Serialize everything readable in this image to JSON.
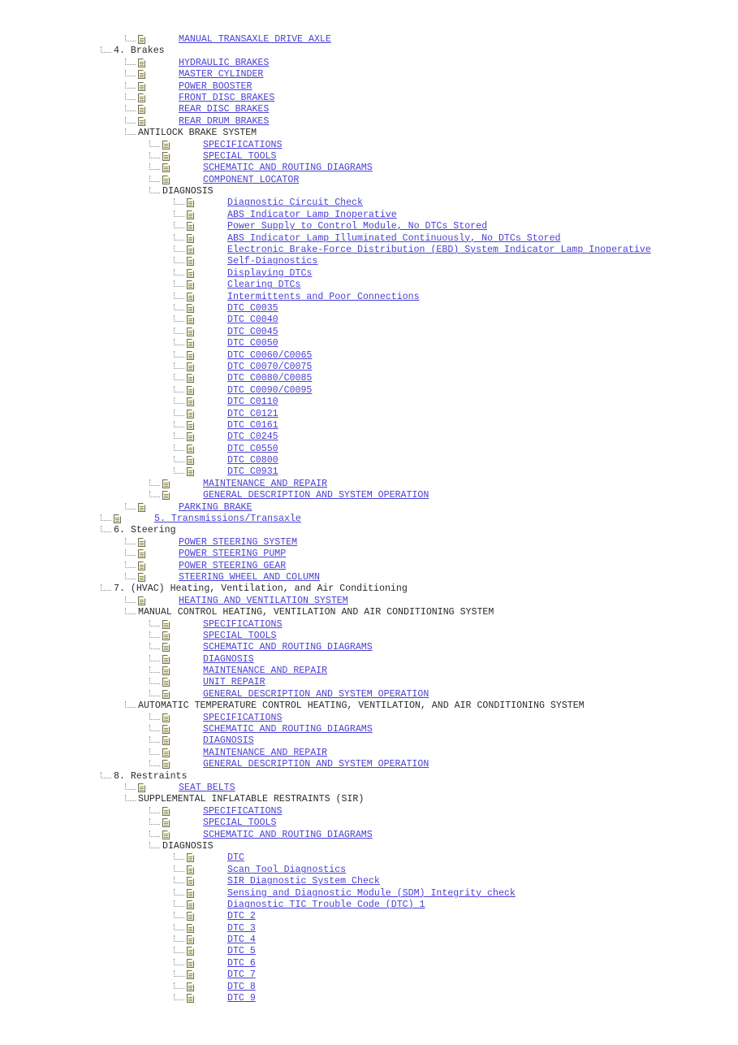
{
  "rows": [
    {
      "level": 2,
      "doc": true,
      "link": true,
      "text": "MANUAL TRANSAXLE DRIVE AXLE "
    },
    {
      "level": 1,
      "doc": false,
      "link": false,
      "text": "4. Brakes"
    },
    {
      "level": 2,
      "doc": true,
      "link": true,
      "text": "HYDRAULIC BRAKES "
    },
    {
      "level": 2,
      "doc": true,
      "link": true,
      "text": "MASTER CYLINDER "
    },
    {
      "level": 2,
      "doc": true,
      "link": true,
      "text": "POWER BOOSTER "
    },
    {
      "level": 2,
      "doc": true,
      "link": true,
      "text": "FRONT DISC BRAKES "
    },
    {
      "level": 2,
      "doc": true,
      "link": true,
      "text": "REAR DISC BRAKES "
    },
    {
      "level": 2,
      "doc": true,
      "link": true,
      "text": "REAR DRUM BRAKES "
    },
    {
      "level": 2,
      "doc": false,
      "link": false,
      "text": "ANTILOCK BRAKE SYSTEM"
    },
    {
      "level": 3,
      "doc": true,
      "link": true,
      "text": "SPECIFICATIONS "
    },
    {
      "level": 3,
      "doc": true,
      "link": true,
      "text": "SPECIAL TOOLS "
    },
    {
      "level": 3,
      "doc": true,
      "link": true,
      "text": "SCHEMATIC AND ROUTING DIAGRAMS "
    },
    {
      "level": 3,
      "doc": true,
      "link": true,
      "text": "COMPONENT LOCATOR "
    },
    {
      "level": 3,
      "doc": false,
      "link": false,
      "text": "DIAGNOSIS"
    },
    {
      "level": 4,
      "doc": true,
      "link": true,
      "text": "Diagnostic Circuit Check "
    },
    {
      "level": 4,
      "doc": true,
      "link": true,
      "text": "ABS Indicator Lamp Inoperative "
    },
    {
      "level": 4,
      "doc": true,
      "link": true,
      "text": "Power Supply to Control Module, No DTCs Stored "
    },
    {
      "level": 4,
      "doc": true,
      "link": true,
      "text": "ABS Indicator Lamp Illuminated Continuously, No DTCs Stored "
    },
    {
      "level": 4,
      "doc": true,
      "link": true,
      "text": "Electronic Brake-Force Distribution (EBD) System Indicator Lamp Inoperative "
    },
    {
      "level": 4,
      "doc": true,
      "link": true,
      "text": "Self-Diagnostics "
    },
    {
      "level": 4,
      "doc": true,
      "link": true,
      "text": "Displaying DTCs "
    },
    {
      "level": 4,
      "doc": true,
      "link": true,
      "text": "Clearing DTCs "
    },
    {
      "level": 4,
      "doc": true,
      "link": true,
      "text": "Intermittents and Poor Connections "
    },
    {
      "level": 4,
      "doc": true,
      "link": true,
      "text": "DTC C0035 "
    },
    {
      "level": 4,
      "doc": true,
      "link": true,
      "text": "DTC C0040 "
    },
    {
      "level": 4,
      "doc": true,
      "link": true,
      "text": "DTC C0045 "
    },
    {
      "level": 4,
      "doc": true,
      "link": true,
      "text": "DTC C0050 "
    },
    {
      "level": 4,
      "doc": true,
      "link": true,
      "text": "DTC C0060/C0065 "
    },
    {
      "level": 4,
      "doc": true,
      "link": true,
      "text": "DTC C0070/C0075 "
    },
    {
      "level": 4,
      "doc": true,
      "link": true,
      "text": "DTC C0080/C0085 "
    },
    {
      "level": 4,
      "doc": true,
      "link": true,
      "text": "DTC C0090/C0095 "
    },
    {
      "level": 4,
      "doc": true,
      "link": true,
      "text": "DTC C0110 "
    },
    {
      "level": 4,
      "doc": true,
      "link": true,
      "text": "DTC C0121 "
    },
    {
      "level": 4,
      "doc": true,
      "link": true,
      "text": "DTC C0161 "
    },
    {
      "level": 4,
      "doc": true,
      "link": true,
      "text": "DTC C0245 "
    },
    {
      "level": 4,
      "doc": true,
      "link": true,
      "text": "DTC C0550 "
    },
    {
      "level": 4,
      "doc": true,
      "link": true,
      "text": "DTC C0800 "
    },
    {
      "level": 4,
      "doc": true,
      "link": true,
      "text": "DTC C0931 "
    },
    {
      "level": 3,
      "doc": true,
      "link": true,
      "text": "MAINTENANCE AND REPAIR "
    },
    {
      "level": 3,
      "doc": true,
      "link": true,
      "text": "GENERAL DESCRIPTION AND SYSTEM OPERATION "
    },
    {
      "level": 2,
      "doc": true,
      "link": true,
      "text": "PARKING BRAKE "
    },
    {
      "level": 1,
      "doc": true,
      "link": true,
      "text": "5. Transmissions/Transaxle"
    },
    {
      "level": 1,
      "doc": false,
      "link": false,
      "text": "6. Steering"
    },
    {
      "level": 2,
      "doc": true,
      "link": true,
      "text": "POWER STEERING SYSTEM "
    },
    {
      "level": 2,
      "doc": true,
      "link": true,
      "text": "POWER STEERING PUMP "
    },
    {
      "level": 2,
      "doc": true,
      "link": true,
      "text": "POWER STEERING GEAR "
    },
    {
      "level": 2,
      "doc": true,
      "link": true,
      "text": "STEERING WHEEL AND COLUMN "
    },
    {
      "level": 1,
      "doc": false,
      "link": false,
      "text": "7. (HVAC) Heating, Ventilation, and Air Conditioning"
    },
    {
      "level": 2,
      "doc": true,
      "link": true,
      "text": "HEATING AND VENTILATION SYSTEM "
    },
    {
      "level": 2,
      "doc": false,
      "link": false,
      "text": "MANUAL CONTROL HEATING, VENTILATION AND AIR CONDITIONING SYSTEM"
    },
    {
      "level": 3,
      "doc": true,
      "link": true,
      "text": "SPECIFICATIONS "
    },
    {
      "level": 3,
      "doc": true,
      "link": true,
      "text": "SPECIAL TOOLS "
    },
    {
      "level": 3,
      "doc": true,
      "link": true,
      "text": "SCHEMATIC AND ROUTING DIAGRAMS "
    },
    {
      "level": 3,
      "doc": true,
      "link": true,
      "text": "DIAGNOSIS "
    },
    {
      "level": 3,
      "doc": true,
      "link": true,
      "text": "MAINTENANCE AND REPAIR "
    },
    {
      "level": 3,
      "doc": true,
      "link": true,
      "text": "UNIT REPAIR "
    },
    {
      "level": 3,
      "doc": true,
      "link": true,
      "text": "GENERAL DESCRIPTION AND SYSTEM OPERATION "
    },
    {
      "level": 2,
      "doc": false,
      "link": false,
      "text": "AUTOMATIC TEMPERATURE CONTROL HEATING, VENTILATION, AND AIR CONDITIONING SYSTEM"
    },
    {
      "level": 3,
      "doc": true,
      "link": true,
      "text": "SPECIFICATIONS "
    },
    {
      "level": 3,
      "doc": true,
      "link": true,
      "text": "SCHEMATIC AND ROUTING DIAGRAMS "
    },
    {
      "level": 3,
      "doc": true,
      "link": true,
      "text": "DIAGNOSIS "
    },
    {
      "level": 3,
      "doc": true,
      "link": true,
      "text": "MAINTENANCE AND REPAIR "
    },
    {
      "level": 3,
      "doc": true,
      "link": true,
      "text": "GENERAL DESCRIPTION AND SYSTEM OPERATION "
    },
    {
      "level": 1,
      "doc": false,
      "link": false,
      "text": "8. Restraints"
    },
    {
      "level": 2,
      "doc": true,
      "link": true,
      "text": "SEAT BELTS "
    },
    {
      "level": 2,
      "doc": false,
      "link": false,
      "text": "SUPPLEMENTAL INFLATABLE RESTRAINTS (SIR)"
    },
    {
      "level": 3,
      "doc": true,
      "link": true,
      "text": "SPECIFICATIONS "
    },
    {
      "level": 3,
      "doc": true,
      "link": true,
      "text": "SPECIAL TOOLS "
    },
    {
      "level": 3,
      "doc": true,
      "link": true,
      "text": "SCHEMATIC AND ROUTING DIAGRAMS "
    },
    {
      "level": 3,
      "doc": false,
      "link": false,
      "text": "DIAGNOSIS"
    },
    {
      "level": 4,
      "doc": true,
      "link": true,
      "text": "DTC "
    },
    {
      "level": 4,
      "doc": true,
      "link": true,
      "text": "Scan Tool Diagnostics "
    },
    {
      "level": 4,
      "doc": true,
      "link": true,
      "text": "SIR Diagnostic System Check "
    },
    {
      "level": 4,
      "doc": true,
      "link": true,
      "text": "Sensing and Diagnostic Module (SDM) Integrity check "
    },
    {
      "level": 4,
      "doc": true,
      "link": true,
      "text": "Diagnostic TIC Trouble Code (DTC) 1 "
    },
    {
      "level": 4,
      "doc": true,
      "link": true,
      "text": "DTC 2 "
    },
    {
      "level": 4,
      "doc": true,
      "link": true,
      "text": "DTC 3 "
    },
    {
      "level": 4,
      "doc": true,
      "link": true,
      "text": "DTC 4 "
    },
    {
      "level": 4,
      "doc": true,
      "link": true,
      "text": "DTC 5 "
    },
    {
      "level": 4,
      "doc": true,
      "link": true,
      "text": "DTC 6 "
    },
    {
      "level": 4,
      "doc": true,
      "link": true,
      "text": "DTC 7 "
    },
    {
      "level": 4,
      "doc": true,
      "link": true,
      "text": "DTC 8 "
    },
    {
      "level": 4,
      "doc": true,
      "link": true,
      "text": "DTC 9 "
    }
  ],
  "colors": {
    "link": "#4a3fd4",
    "text": "#2a2a2a",
    "connector": "#8a8a8a"
  },
  "icons": {
    "document": "document-icon",
    "connector": "tree-connector"
  }
}
